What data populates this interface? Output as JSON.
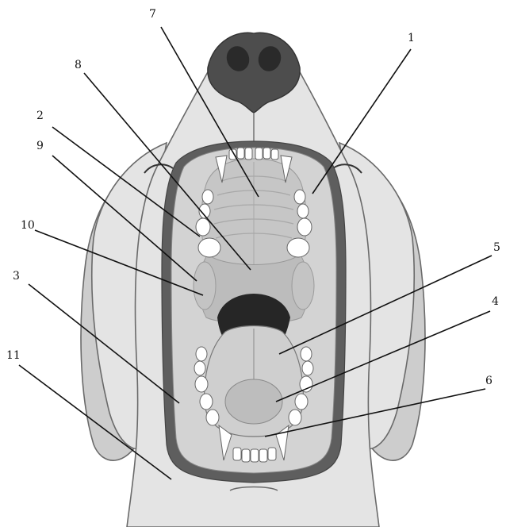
{
  "diagram": {
    "colors": {
      "skin": "#e4e4e4",
      "ear": "#cdcdcd",
      "nose": "#4d4d4d",
      "lip": "#5e5e5e",
      "oral_cavity": "#d3d3d3",
      "palate": "#c6c6c6",
      "soft_palate": "#bcbcbc",
      "pharynx": "#262626",
      "tongue": "#cfcfcf",
      "tongue_tip": "#bdbdbd",
      "teeth": "#ffffff",
      "outline": "#6a6a6a"
    },
    "callouts": [
      {
        "id": "callout-1",
        "label": "1"
      },
      {
        "id": "callout-2",
        "label": "2"
      },
      {
        "id": "callout-3",
        "label": "3"
      },
      {
        "id": "callout-4",
        "label": "4"
      },
      {
        "id": "callout-5",
        "label": "5"
      },
      {
        "id": "callout-6",
        "label": "6"
      },
      {
        "id": "callout-7",
        "label": "7"
      },
      {
        "id": "callout-8",
        "label": "8"
      },
      {
        "id": "callout-9",
        "label": "9"
      },
      {
        "id": "callout-10",
        "label": "10"
      },
      {
        "id": "callout-11",
        "label": "11"
      }
    ]
  }
}
